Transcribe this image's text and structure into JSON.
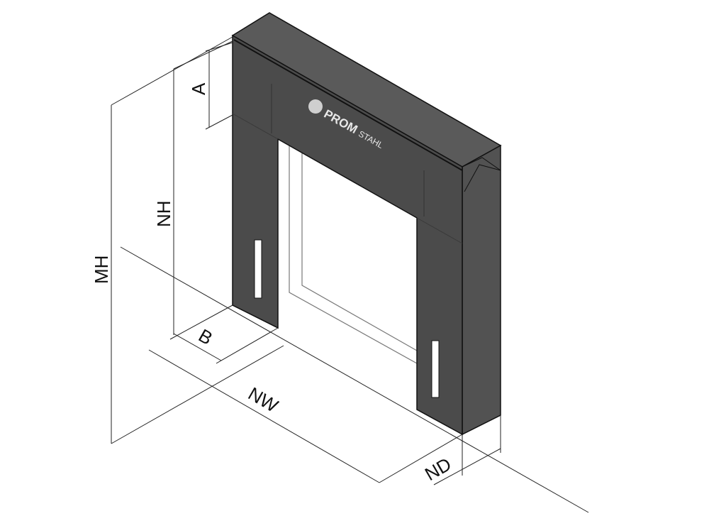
{
  "diagram": {
    "labels": {
      "a": "A",
      "nh": "NH",
      "mh": "MH",
      "b": "B",
      "nw": "NW",
      "nd": "ND"
    },
    "logo": {
      "brand": "PROM",
      "sub": "STAHL"
    },
    "colors": {
      "front": "#4b4b4b",
      "top": "#5a5a5a",
      "side": "#525252",
      "edge": "#111111",
      "line": "#222222"
    }
  }
}
